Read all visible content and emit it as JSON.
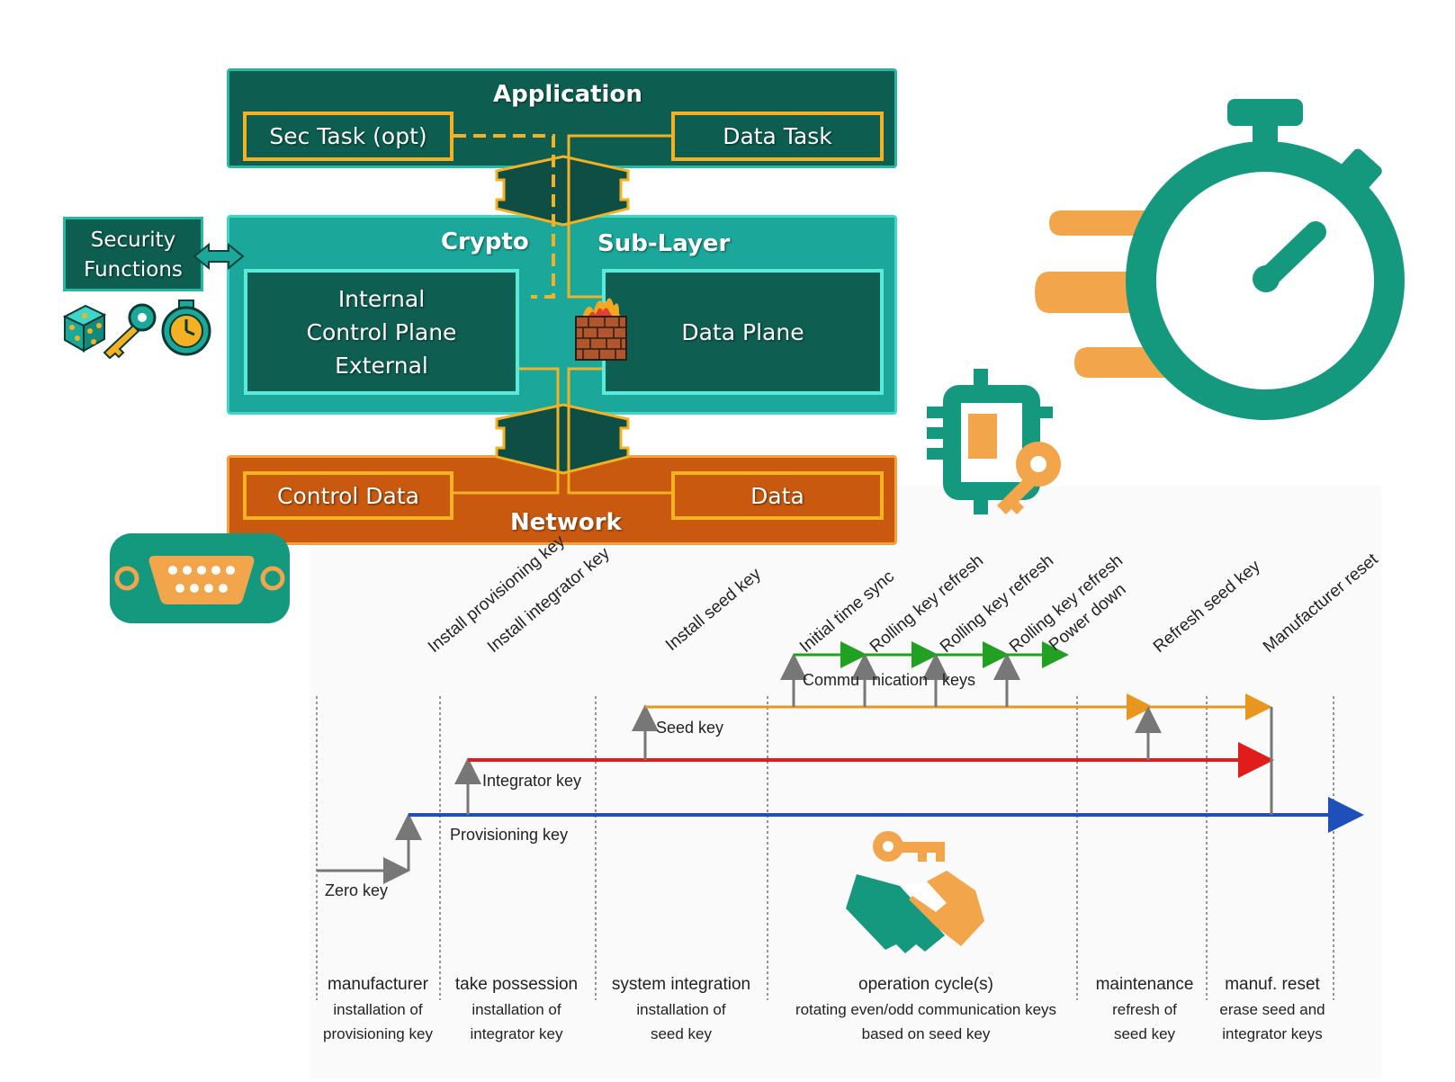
{
  "architecture": {
    "application": {
      "title": "Application",
      "sec_task": "Sec Task (opt)",
      "data_task": "Data Task"
    },
    "crypto": {
      "title_left": "Crypto",
      "title_right": "Sub-Layer",
      "control_plane": [
        "Internal",
        "Control Plane",
        "External"
      ],
      "data_plane": "Data Plane"
    },
    "network": {
      "title": "Network",
      "control_data": "Control Data",
      "data": "Data"
    },
    "security_functions": [
      "Security",
      "Functions"
    ]
  },
  "timeline": {
    "events": [
      "Install provisioning key",
      "Install integrator key",
      "Install seed key",
      "Initial time sync",
      "Rolling key refresh",
      "Rolling key refresh",
      "Rolling key refresh",
      "Power down",
      "Refresh seed key",
      "Manufacturer reset"
    ],
    "keys": {
      "zero": "Zero key",
      "provisioning": "Provisioning key",
      "integrator": "Integrator key",
      "seed": "Seed key",
      "communication": [
        "Commu",
        "nication",
        "keys"
      ]
    },
    "phases": [
      {
        "title": "manufacturer",
        "desc": [
          "installation of",
          "provisioning key"
        ]
      },
      {
        "title": "take possession",
        "desc": [
          "installation of",
          "integrator key"
        ]
      },
      {
        "title": "system integration",
        "desc": [
          "installation of",
          "seed key"
        ]
      },
      {
        "title": "operation cycle(s)",
        "desc": [
          "rotating even/odd communication keys",
          "based on seed key"
        ]
      },
      {
        "title": "maintenance",
        "desc": [
          "refresh of",
          "seed key"
        ]
      },
      {
        "title": "manuf. reset",
        "desc": [
          "erase seed and",
          "integrator keys"
        ]
      }
    ]
  },
  "colors": {
    "teal_dark": "#0d5e50",
    "teal": "#1ba79a",
    "orange_net": "#c8590e",
    "gold": "#f3b123",
    "icon_teal": "#14997f",
    "icon_orange": "#f2a54a",
    "line_blue": "#1f4fb8",
    "line_red": "#e01c1c",
    "line_orange": "#e8961e",
    "line_green": "#22a022",
    "line_gray": "#777777"
  },
  "icons": [
    "stopwatch-icon",
    "chip-key-icon",
    "serial-port-icon",
    "handshake-key-icon",
    "dice-icon",
    "key-icon",
    "clock-icon",
    "firewall-icon"
  ]
}
